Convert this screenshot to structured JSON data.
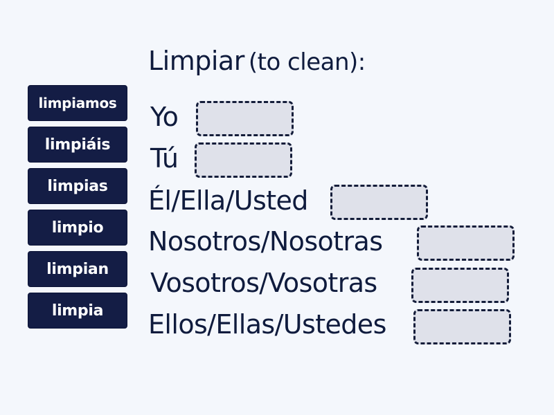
{
  "activity": {
    "title_verb": "Limpiar",
    "title_translation": "(to clean):"
  },
  "tiles": [
    {
      "label": "limpiamos"
    },
    {
      "label": "limpiáis"
    },
    {
      "label": "limpias"
    },
    {
      "label": "limpio"
    },
    {
      "label": "limpian"
    },
    {
      "label": "limpia"
    }
  ],
  "rows": [
    {
      "pronoun": "Yo",
      "answer": ""
    },
    {
      "pronoun": "Tú",
      "answer": ""
    },
    {
      "pronoun": "Él/Ella/Usted",
      "answer": ""
    },
    {
      "pronoun": "Nosotros/Nosotras",
      "answer": ""
    },
    {
      "pronoun": "Vosotros/Vosotras",
      "answer": ""
    },
    {
      "pronoun": "Ellos/Ellas/Ustedes",
      "answer": ""
    }
  ],
  "colors": {
    "background": "#f4f7fc",
    "tile_bg": "#141d45",
    "tile_text": "#ffffff",
    "text": "#0f1b3d",
    "dropzone_bg": "#dfe1ea",
    "dropzone_border": "#141d3a"
  }
}
